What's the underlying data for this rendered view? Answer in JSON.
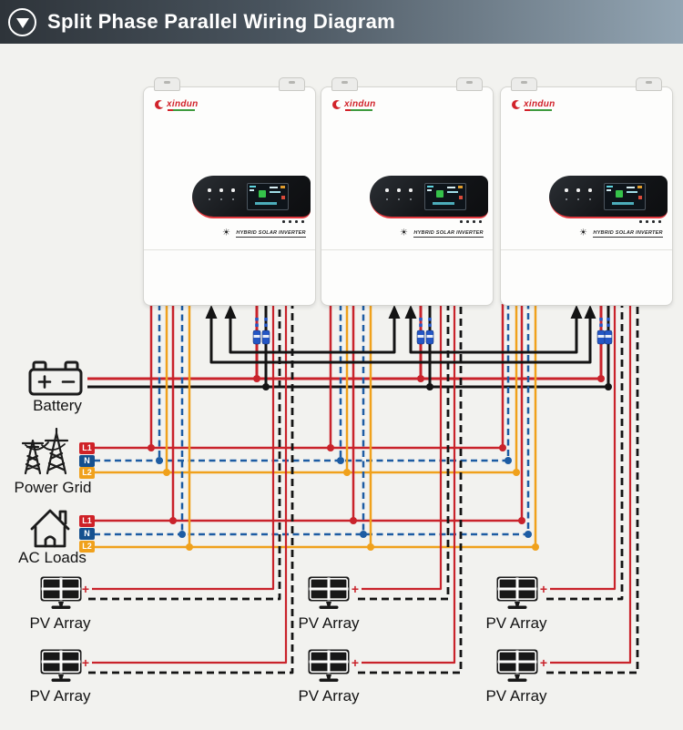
{
  "header": {
    "title": "Split Phase Parallel Wiring Diagram"
  },
  "inverter": {
    "brand": "xindun",
    "panel_label": "HYBRID SOLAR INVERTER",
    "sun_glyph": "☀",
    "count": 3
  },
  "components": {
    "battery": {
      "label": "Battery",
      "positive": "+",
      "negative": "−"
    },
    "power_grid": {
      "label": "Power Grid",
      "phases": [
        "L1",
        "N",
        "L2"
      ]
    },
    "ac_loads": {
      "label": "AC Loads",
      "phases": [
        "L1",
        "N",
        "L2"
      ]
    },
    "pv_arrays": {
      "label": "PV Array",
      "count": 6,
      "polarity_positive": "+"
    }
  },
  "colors": {
    "header_gradient_left": "#2e343a",
    "header_gradient_right": "#93a5b3",
    "background": "#f2f2ef",
    "wire_live_red": "#c9232b",
    "wire_neutral_blue": "#1d5ca3",
    "wire_l2_orange": "#f0a11c",
    "wire_black": "#141414",
    "fuse_blue": "#2456c4",
    "badge_l1": "#cf2127",
    "badge_n": "#15508f",
    "badge_l2": "#f0a11c",
    "brand_red": "#d1222a"
  },
  "wiring": {
    "battery_bus": "Battery + (red) and − (black) bus to all three inverters through blue DC fuses",
    "grid_bus": "Power Grid L1/N/L2 bus to the AC input of all three inverters",
    "load_bus": "AC Loads L1/N/L2 bus to the AC output of all three inverters",
    "pv": "Two PV arrays per inverter, + red solid and − black dashed",
    "parallel_comm": "Black parallel communication cables: inverter1–2, inverter2–3 and inverter1–3 ring, arrows into inverter bottoms"
  }
}
